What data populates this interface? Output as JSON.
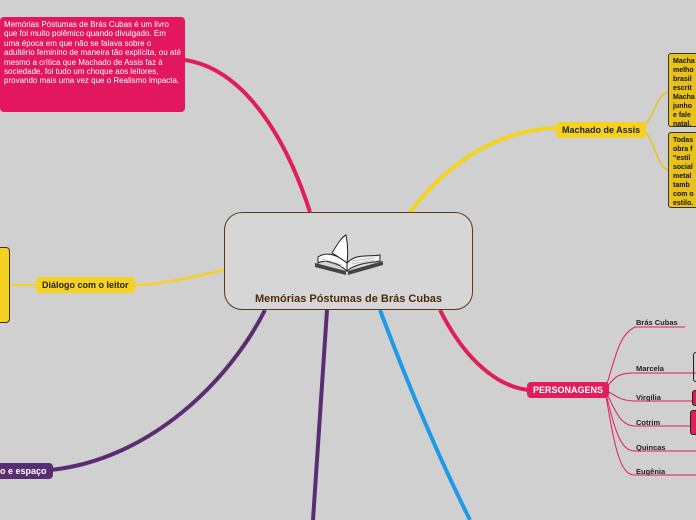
{
  "central": {
    "title": "Memórias Póstumas de Brás Cubas",
    "icon": "open-book-icon"
  },
  "note_top_left": "Memórias Póstumas de Brás Cubas é um livro que foi muito polêmico quando divulgado. Em uma época em que não se falava sobre o adultério feminino de maneira tão explícita, ou até mesmo a crítica que Machado de Assis faz à sociedade, foi tudo um choque aos leitores, provando mais uma vez que o Realismo impacta.",
  "branches": {
    "machado": "Machado de Assis",
    "dialogo": "Diálogo com o leitor",
    "tempo": "o e espaço",
    "personagens": "PERSONAGENS"
  },
  "machado_notes": [
    [
      "Macha",
      "melho",
      "brasil",
      "escrit",
      "Macha",
      "junho",
      "e fale",
      "natal."
    ],
    [
      "Todas",
      "obra f",
      "\"estil",
      "social",
      "metal",
      "tamb",
      "com o",
      "estilo."
    ]
  ],
  "characters": [
    "Brás Cubas",
    "Marcela",
    "Virgília",
    "Cotrim",
    "Quincas",
    "Eugênia"
  ],
  "colors": {
    "pink": "#e11d5c",
    "yellow": "#f4d21f",
    "purple": "#5a2d73",
    "blue": "#1e9be8",
    "bg": "#d0d0d0"
  }
}
